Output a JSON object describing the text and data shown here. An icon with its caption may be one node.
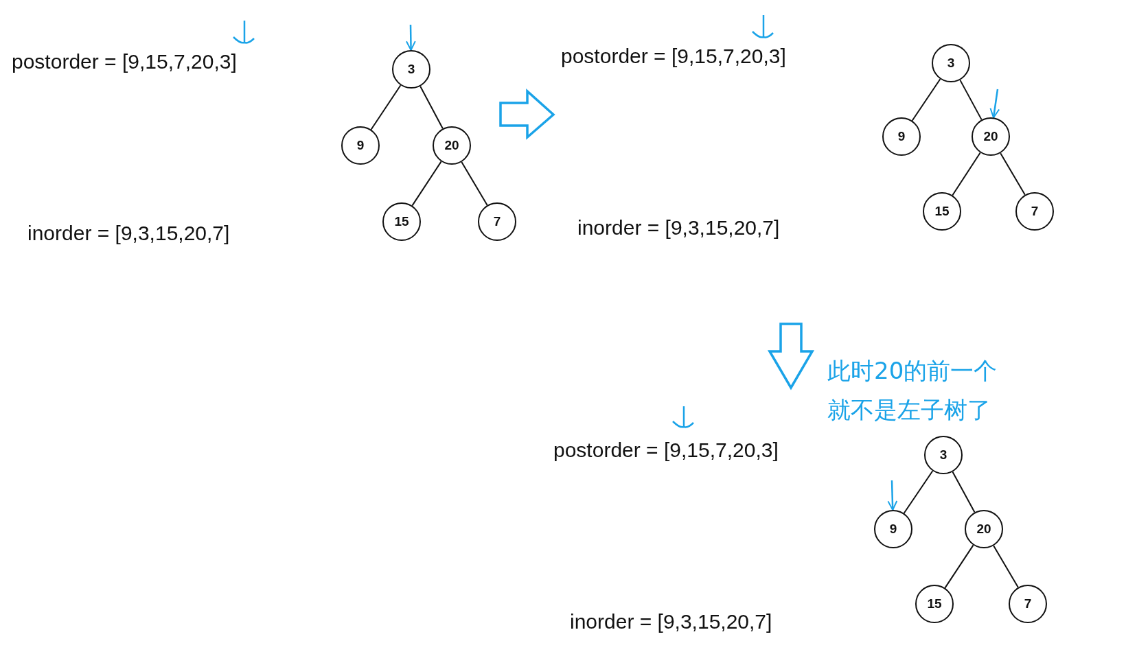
{
  "diagram": {
    "nodes": [
      {
        "text": [
          "3"
        ]
      },
      {
        "text": [
          "9"
        ]
      },
      {
        "text": [
          "20"
        ]
      },
      {
        "text": [
          "15"
        ]
      },
      {
        "text": [
          "7"
        ]
      },
      {
        "text": [
          "3"
        ]
      },
      {
        "text": [
          "9"
        ]
      },
      {
        "text": [
          "20"
        ]
      },
      {
        "text": [
          "15"
        ]
      },
      {
        "text": [
          "7"
        ]
      },
      {
        "text": [
          "3"
        ]
      },
      {
        "text": [
          "9"
        ]
      },
      {
        "text": [
          "20"
        ]
      },
      {
        "text": [
          "15"
        ]
      },
      {
        "text": [
          "7"
        ]
      }
    ],
    "edges": [
      {
        "from": 0,
        "to": 1,
        "arrow": "none"
      },
      {
        "from": 0,
        "to": 2,
        "arrow": "none"
      },
      {
        "from": 2,
        "to": 3,
        "arrow": "none"
      },
      {
        "from": 2,
        "to": 4,
        "arrow": "none"
      },
      {
        "from": 5,
        "to": 6,
        "arrow": "none"
      },
      {
        "from": 5,
        "to": 7,
        "arrow": "none"
      },
      {
        "from": 7,
        "to": 8,
        "arrow": "none"
      },
      {
        "from": 7,
        "to": 9,
        "arrow": "none"
      },
      {
        "from": 10,
        "to": 11,
        "arrow": "none"
      },
      {
        "from": 10,
        "to": 12,
        "arrow": "none"
      },
      {
        "from": 12,
        "to": 13,
        "arrow": "none"
      },
      {
        "from": 12,
        "to": 14,
        "arrow": "none"
      },
      {
        "from": null,
        "to": 0,
        "arrow": "to",
        "color": "#1aa3e8"
      },
      {
        "from": null,
        "to": 7,
        "arrow": "to",
        "color": "#1aa3e8"
      },
      {
        "from": null,
        "to": 11,
        "arrow": "to",
        "color": "#1aa3e8"
      }
    ],
    "labels": [
      "postorder = [9,15,7,20,3]",
      "inorder = [9,3,15,20,7]",
      "postorder = [9,15,7,20,3]",
      "inorder = [9,3,15,20,7]",
      "此时20的前一个就不是左子树了",
      "postorder = [9,15,7,20,3]",
      "inorder = [9,3,15,20,7]"
    ]
  }
}
